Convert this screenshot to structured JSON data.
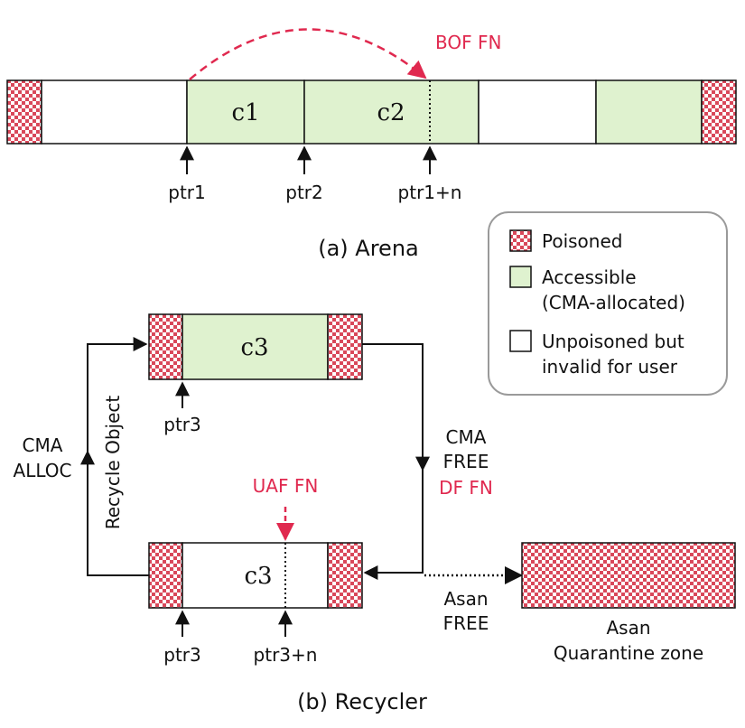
{
  "colors": {
    "poison_red": "#d9485a",
    "accessible_green": "#dff2cf",
    "highlight_red": "#e0294f",
    "line": "#111111",
    "legend_border": "#9a9a9a"
  },
  "arena": {
    "caption": "(a) Arena",
    "chunks": {
      "c1": "c1",
      "c2": "c2"
    },
    "bug_label": "BOF FN",
    "pointers": {
      "ptr1": "ptr1",
      "ptr2": "ptr2",
      "ptr1n": "ptr1+n"
    }
  },
  "legend": {
    "poisoned": "Poisoned",
    "accessible_line1": "Accessible",
    "accessible_line2": "(CMA-allocated)",
    "unpoisoned_line1": "Unpoisoned but",
    "unpoisoned_line2": "invalid for user"
  },
  "recycler": {
    "caption": "(b) Recycler",
    "top_chunk": "c3",
    "bottom_chunk": "c3",
    "top_ptr": "ptr3",
    "bottom_ptr": "ptr3",
    "bottom_ptr_n": "ptr3+n",
    "uaf_label": "UAF FN",
    "cma_alloc_line1": "CMA",
    "cma_alloc_line2": "ALLOC",
    "recycle_object": "Recycle Object",
    "cma_free_line1": "CMA",
    "cma_free_line2": "FREE",
    "df_label": "DF FN",
    "asan_free_line1": "Asan",
    "asan_free_line2": "FREE",
    "quarantine_line1": "Asan",
    "quarantine_line2": "Quarantine zone"
  }
}
